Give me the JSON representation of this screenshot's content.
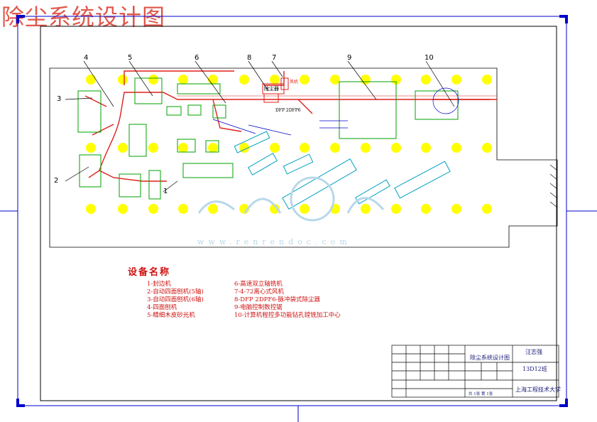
{
  "page_title": "除尘系统设计图",
  "watermark": "www.renrendoc.com",
  "callouts": [
    "1",
    "2",
    "3",
    "4",
    "5",
    "6",
    "7",
    "8",
    "9",
    "10"
  ],
  "legend": {
    "title": "设备名称",
    "items": [
      "1-封边机",
      "2-自动四面刨机(5轴)",
      "3-自动四面刨机(6轴)",
      "4-四面刨机",
      "5-精细木皮砂光机",
      "6-高速双立轴铣机",
      "7-4-72离心式风机",
      "8-DFP 2DPF6-脉冲袋式除尘器",
      "9-电脑控制数控锯",
      "10-计算机程控多功能钻孔镗铣加工中心"
    ]
  },
  "drawing_labels": {
    "dust_collector": "除尘器",
    "dfp_code": "DFP 2DFP6",
    "fan": "风机"
  },
  "title_block": {
    "drawing_name": "除尘系统设计图",
    "designer": "汪志强",
    "class_id": "13D12班",
    "school": "上海工程技术大学",
    "sheet_info": "共 1张 第 1张"
  },
  "colors": {
    "frame": "#0000cc",
    "red": "#e0201a",
    "yellow": "#ffff00",
    "green": "#00a000",
    "cyan": "#00a0c0",
    "title": "#e0574a"
  }
}
